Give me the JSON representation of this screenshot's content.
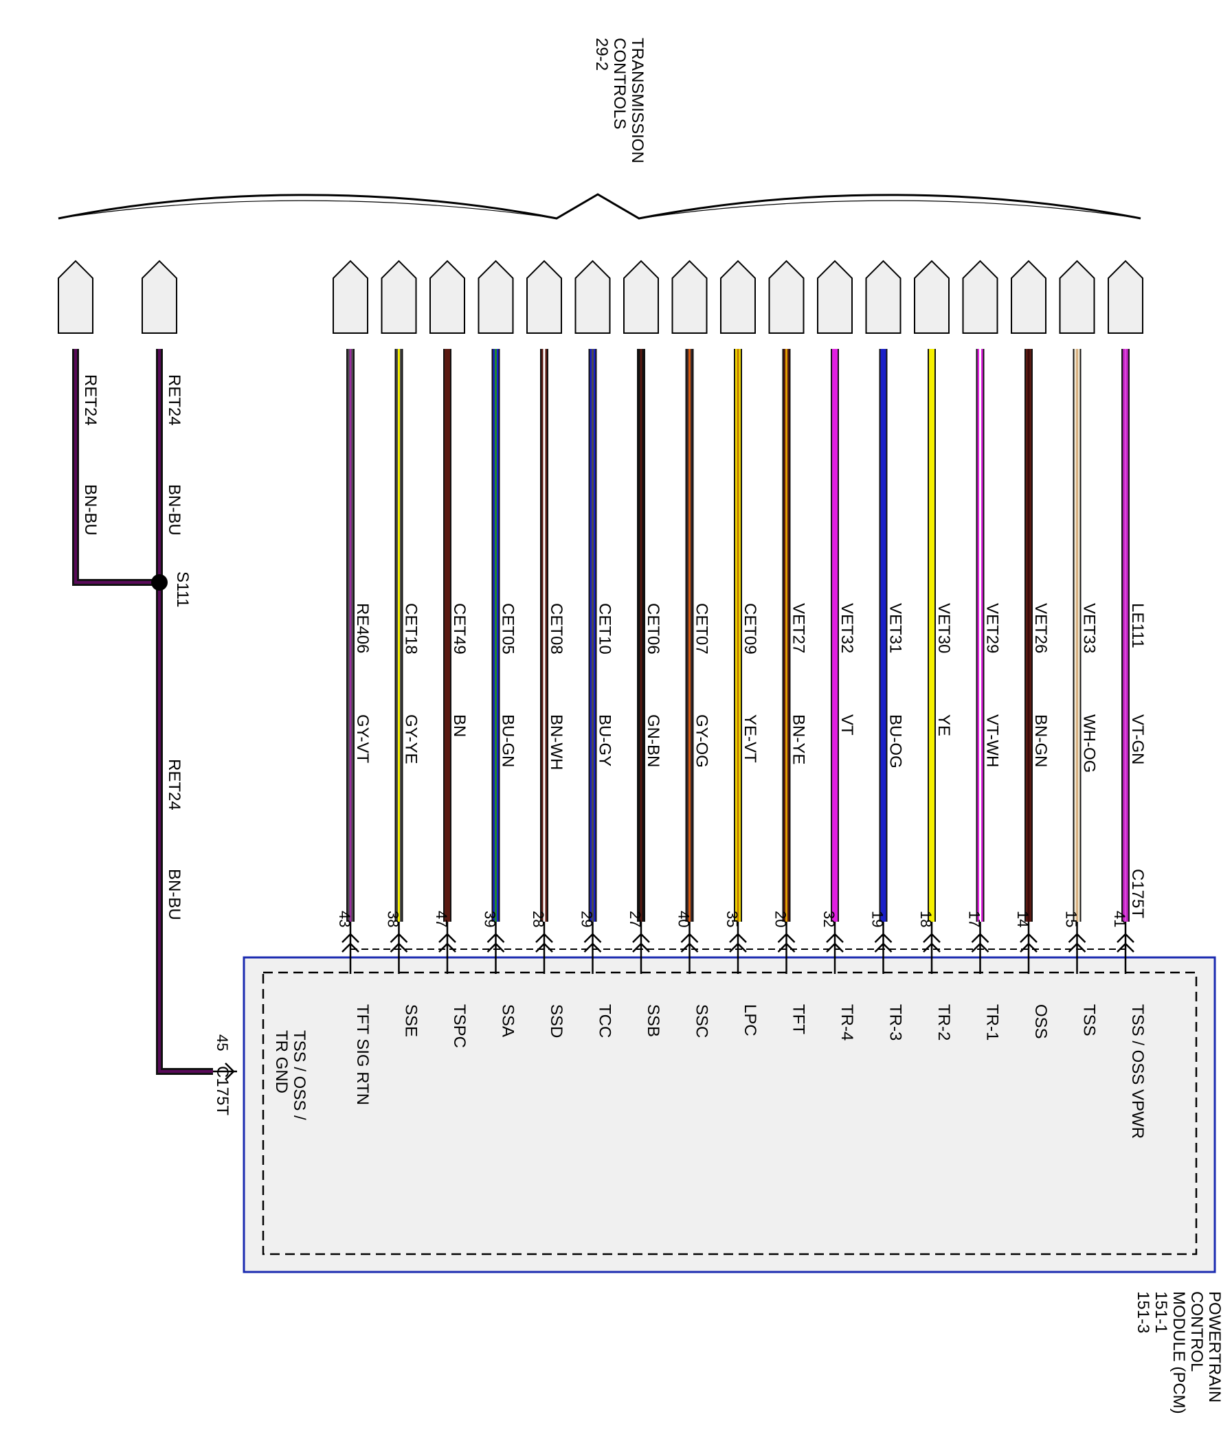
{
  "top_heading": {
    "lines": [
      "TRANSMISSION",
      "CONTROLS",
      "29-2"
    ]
  },
  "module_heading": {
    "lines": [
      "POWERTRAIN",
      "CONTROL",
      "MODULE (PCM)",
      "151-1",
      "151-3"
    ]
  },
  "left_wires": [
    {
      "circuit": "RET24",
      "color_code": "BN-BU"
    },
    {
      "circuit": "RET24",
      "color_code": "BN-BU"
    }
  ],
  "ground_run": {
    "circuit": "RET24",
    "color_code": "BN-BU",
    "pin": "45",
    "connector": "C175T",
    "function": "TSS / OSS /",
    "function2": "TR GND"
  },
  "splice": {
    "id": "S111"
  },
  "connector_label": "C175T",
  "wires": [
    {
      "circuit": "RE406",
      "color_code": "GY-VT",
      "pin": "43",
      "function": "TFT SIG RTN",
      "base": "#4a4a4a",
      "stripe": "#9c2fa0"
    },
    {
      "circuit": "CET18",
      "color_code": "GY-YE",
      "pin": "38",
      "function": "SSE",
      "base": "#4a4a4a",
      "stripe": "#f5f000"
    },
    {
      "circuit": "CET49",
      "color_code": "BN",
      "pin": "47",
      "function": "TSPC",
      "base": "#5a1a12",
      "stripe": ""
    },
    {
      "circuit": "CET05",
      "color_code": "BU-GN",
      "pin": "39",
      "function": "SSA",
      "base": "#1a20c8",
      "stripe": "#1c8a2a"
    },
    {
      "circuit": "CET08",
      "color_code": "BN-WH",
      "pin": "28",
      "function": "SSD",
      "base": "#5a1a12",
      "stripe": "#ffffff"
    },
    {
      "circuit": "CET10",
      "color_code": "BU-GY",
      "pin": "29",
      "function": "TCC",
      "base": "#1a20c8",
      "stripe": "#4a4a4a"
    },
    {
      "circuit": "CET06",
      "color_code": "GN-BN",
      "pin": "27",
      "function": "SSB",
      "base": "#111111",
      "stripe": "#5a1a12"
    },
    {
      "circuit": "CET07",
      "color_code": "GY-OG",
      "pin": "40",
      "function": "SSC",
      "base": "#3a2a2a",
      "stripe": "#d85a10"
    },
    {
      "circuit": "CET09",
      "color_code": "YE-VT",
      "pin": "35",
      "function": "LPC",
      "base": "#f5e000",
      "stripe": "#c07a00"
    },
    {
      "circuit": "VET27",
      "color_code": "BN-YE",
      "pin": "20",
      "function": "TFT",
      "base": "#5a1a12",
      "stripe": "#e0a000"
    },
    {
      "circuit": "VET32",
      "color_code": "VT",
      "pin": "32",
      "function": "TR-4",
      "base": "#e020e0",
      "stripe": ""
    },
    {
      "circuit": "VET31",
      "color_code": "BU-OG",
      "pin": "19",
      "function": "TR-3",
      "base": "#1a20c8",
      "stripe": "#1a20c8"
    },
    {
      "circuit": "VET30",
      "color_code": "YE",
      "pin": "18",
      "function": "TR-2",
      "base": "#f5f000",
      "stripe": ""
    },
    {
      "circuit": "VET29",
      "color_code": "VT-WH",
      "pin": "17",
      "function": "TR-1",
      "base": "#e020e0",
      "stripe": "#ffffff"
    },
    {
      "circuit": "VET26",
      "color_code": "BN-GN",
      "pin": "14",
      "function": "OSS",
      "base": "#5a1a12",
      "stripe": "#3a0a0a"
    },
    {
      "circuit": "VET33",
      "color_code": "WH-OG",
      "pin": "15",
      "function": "TSS",
      "base": "#f0e6d0",
      "stripe": "#d8b080"
    },
    {
      "circuit": "LE111",
      "color_code": "VT-GN",
      "pin": "41",
      "function": "TSS / OSS VPWR",
      "base": "#b020b0",
      "stripe": "#e040e0"
    }
  ]
}
